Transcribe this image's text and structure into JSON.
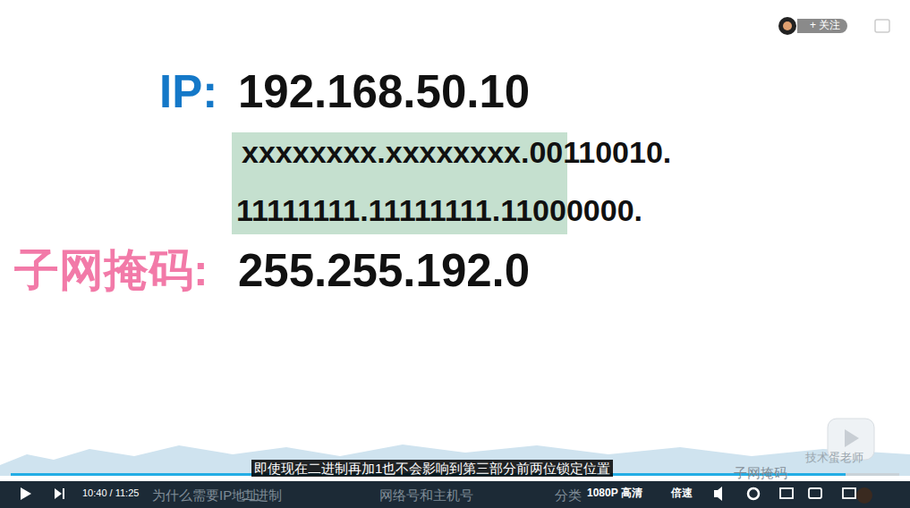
{
  "diagram": {
    "labels": [
      "+ 关注",
      "IP:",
      "192.168.50.10",
      "xxxxxxxx.xxxxxxxx.00110010.",
      "11111111.11111111.11000000.",
      "子网掩码:",
      "255.255.192.0",
      "即使现在二进制再加1也不会影响到第三部分前两位锁定位置",
      "10:40 / 11:25",
      "为什么需要IP地址",
      "二进制",
      "网络号和主机号",
      "分类",
      "1080P 高清",
      "倍速",
      "子网掩码",
      "技术蛋老师"
    ]
  }
}
